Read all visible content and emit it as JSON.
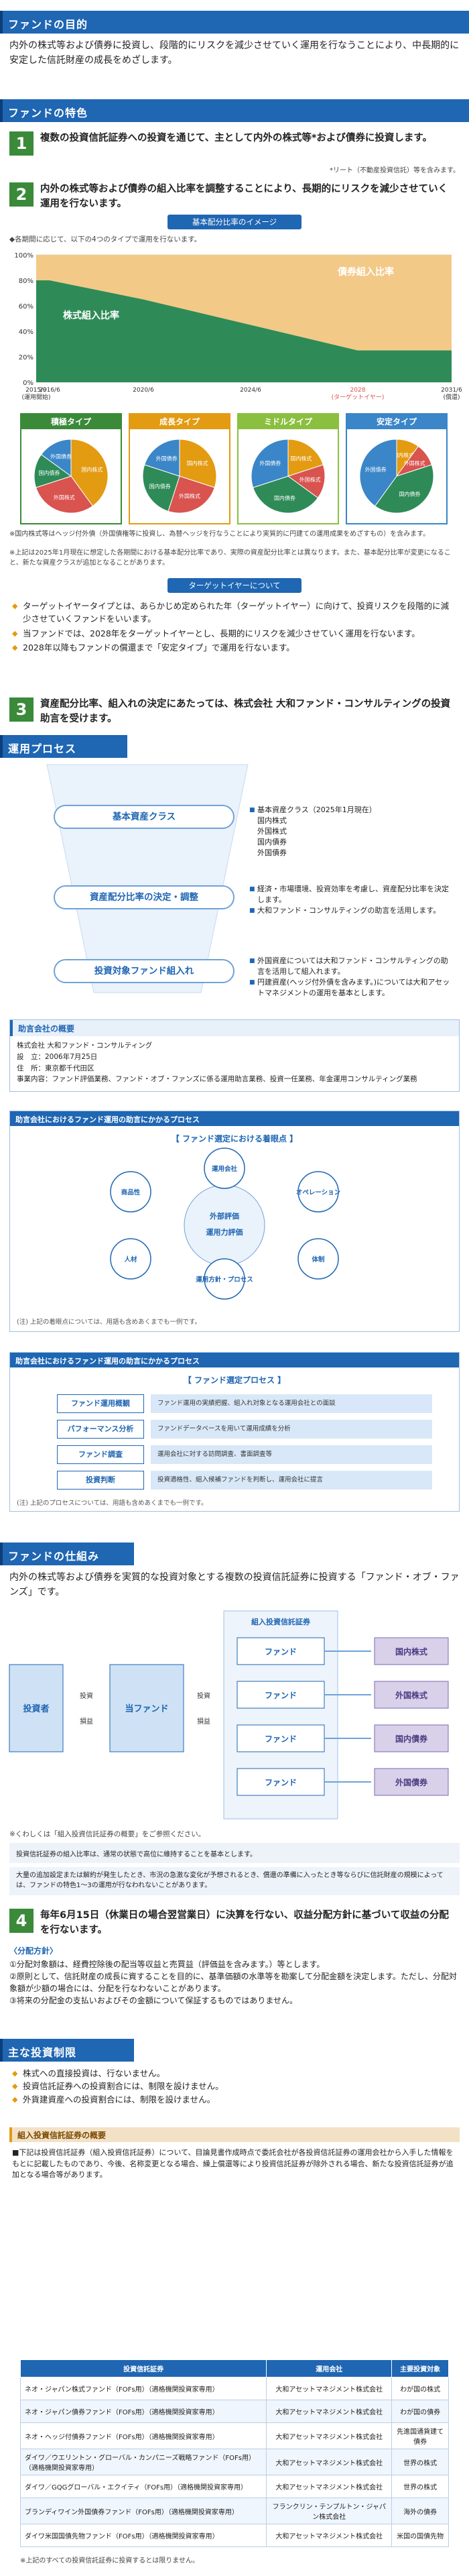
{
  "sections": {
    "purpose": "ファンドの目的",
    "features": "ファンドの特色",
    "process": "運用プロセス",
    "scheme": "ファンドの仕組み",
    "restrictions": "主な投資制限"
  },
  "purpose_text": "内外の株式等および債券に投資し、段階的にリスクを減少させていく運用を行なうことにより、中長期的に安定した信託財産の成長をめざします。",
  "feature1": {
    "num": "1",
    "title": "複数の投資信託証券への投資を通じて、主として内外の株式等*および債券に投資します。",
    "note": "*リート（不動産投資信託）等を含みます。"
  },
  "feature2": {
    "num": "2",
    "title": "内外の株式等および債券の組入比率を調整することにより、長期的にリスクを減少させていく運用を行ないます。",
    "pill": "基本配分比率のイメージ",
    "chart_intro": "◆各期間に応じて、以下の4つのタイプで運用を行ないます。"
  },
  "chart_data": {
    "type": "area",
    "x": [
      "2015/9",
      "2016/6",
      "2020/6",
      "2024/6",
      "2028",
      "2031/6"
    ],
    "x_labels": [
      "2015/9\n(運用開始)",
      "2016/6",
      "2020/6",
      "2024/6",
      "2028\n(ターゲットイヤー)",
      "2031/6\n(償還)"
    ],
    "series": [
      {
        "name": "株式組入比率",
        "values": [
          80,
          80,
          65,
          45,
          25,
          25
        ]
      },
      {
        "name": "債券組入比率",
        "values": [
          20,
          20,
          35,
          55,
          75,
          75
        ]
      }
    ],
    "yticks": [
      "0%",
      "20%",
      "40%",
      "60%",
      "80%",
      "100%"
    ],
    "ylim": [
      0,
      100
    ]
  },
  "types": [
    {
      "name": "積極タイプ",
      "color": "#3a8a3a",
      "slices": [
        "国内株式",
        "外国株式",
        "国内債券",
        "外国債券"
      ]
    },
    {
      "name": "成長タイプ",
      "color": "#e39b12",
      "slices": [
        "国内株式",
        "外国株式",
        "国内債券",
        "外国債券"
      ]
    },
    {
      "name": "ミドルタイプ",
      "color": "#8bbf3f",
      "slices": [
        "国内株式",
        "外国株式",
        "国内債券",
        "外国債券"
      ]
    },
    {
      "name": "安定タイプ",
      "color": "#3a86c8",
      "slices": [
        "国内株式",
        "外国株式",
        "国内債券",
        "外国債券"
      ]
    }
  ],
  "feature2_notes": [
    "※国内株式等はヘッジ付外債（外国債権等に投資し、為替ヘッジを行なうことにより実質的に円建ての運用成果をめざすもの）を含みます。",
    "※上記は2025年1月現在に想定した各期間における基本配分比率であり、実際の資産配分比率とは異なります。また、基本配分比率が変更になること、新たな資産クラスが追加となることがあります。"
  ],
  "target_pill": "ターゲットイヤーについて",
  "target_bullets": [
    "ターゲットイヤータイプとは、あらかじめ定められた年（ターゲットイヤー）に向けて、投資リスクを段階的に減少させていくファンドをいいます。",
    "当ファンドでは、2028年をターゲットイヤーとし、長期的にリスクを減少させていく運用を行ないます。",
    "2028年以降もファンドの償還まで「安定タイプ」で運用を行ないます。"
  ],
  "feature3": {
    "num": "3",
    "title": "資産配分比率、組入れの決定にあたっては、株式会社 大和ファンド・コンサルティングの投資助言を受けます。"
  },
  "process": {
    "steps": [
      "基本資産クラス",
      "資産配分比率の決定・調整",
      "投資対象ファンド組入れ"
    ],
    "notes": [
      [
        "基本資産クラス（2025年1月現在）",
        "国内株式",
        "外国株式",
        "国内債券",
        "外国債券"
      ],
      [
        "経済・市場環境、投資効率を考慮し、資産配分比率を決定します。",
        "大和ファンド・コンサルティングの助言を活用します。"
      ],
      [
        "外国資産については大和ファンド・コンサルティングの助言を活用して組入れます。",
        "円建資産(ヘッジ付外債を含みます。)については大和アセットマネジメントの運用を基本とします。"
      ]
    ]
  },
  "advisor": {
    "head": "助言会社の概要",
    "rows": [
      "株式会社 大和ファンド・コンサルティング",
      "設　立：2006年7月25日",
      "住　所：東京都千代田区",
      "事業内容：ファンド評価業務、ファンド・オブ・ファンズに係る運用助言業務、投資一任業務、年金運用コンサルティング業務"
    ]
  },
  "eval_frame": {
    "head": "助言会社におけるファンド運用の助言にかかるプロセス",
    "title": "【 ファンド選定における着眼点 】",
    "nodes": [
      "商品性",
      "運用会社",
      "オペレーション",
      "人材",
      "体制",
      "運用方針・プロセス"
    ],
    "center": [
      "外部評価",
      "運用力評価"
    ],
    "note": "(注) 上記の着眼点については、用語も含めあくまでも一例です。"
  },
  "select_frame": {
    "head": "助言会社におけるファンド運用の助言にかかるプロセス",
    "title": "【 ファンド選定プロセス 】",
    "rows": [
      {
        "tag": "ファンド運用概観",
        "desc": "ファンド運用の実績把握、組入れ対象となる運用会社との面談"
      },
      {
        "tag": "パフォーマンス分析",
        "desc": "ファンドデータベースを用いて運用成績を分析"
      },
      {
        "tag": "ファンド調査",
        "desc": "運用会社に対する訪問調査、書面調査等"
      },
      {
        "tag": "投資判断",
        "desc": "投資適格性、組入候補ファンドを判断し、運用会社に提言"
      }
    ],
    "note": "(注) 上記のプロセスについては、用語も含めあくまでも一例です。"
  },
  "scheme": {
    "text": "内外の株式等および債券を実質的な投資対象とする複数の投資信託証券に投資する「ファンド・オブ・ファンズ」です。",
    "investor": "投資者",
    "fund": "当ファンド",
    "invest_label": "投資",
    "return_label": "損益",
    "sub_header": "組入投資信託証券",
    "sub_funds": [
      "ファンド",
      "ファンド",
      "ファンド",
      "ファンド"
    ],
    "assets": [
      "国内株式",
      "外国株式",
      "国内債券",
      "外国債券"
    ],
    "note": "※くわしくは「組入投資信託証券の概要」をご参照ください。",
    "disclaimers": [
      "投資信託証券の組入比率は、通常の状態で高位に維持することを基本とします。",
      "大量の追加設定または解約が発生したとき、市況の急激な変化が予想されるとき、償還の準備に入ったとき等ならびに信託財産の規模によっては、ファンドの特色1～3の運用が行なわれないことがあります。"
    ]
  },
  "feature4": {
    "num": "4",
    "title": "毎年6月15日（休業日の場合翌営業日）に決算を行ない、収益分配方針に基づいて収益の分配を行ないます。",
    "policy_head": "〈分配方針〉",
    "policy": [
      "①分配対象額は、経費控除後の配当等収益と売買益（評価益を含みます。）等とします。",
      "②原則として、信託財産の成長に資することを目的に、基準価額の水準等を勘案して分配金額を決定します。ただし、分配対象額が少額の場合には、分配を行なわないことがあります。",
      "③将来の分配金の支払いおよびその金額について保証するものではありません。"
    ]
  },
  "restrictions": [
    "株式への直接投資は、行ないません。",
    "投資信託証券への投資割合には、制限を設けません。",
    "外貨建資産への投資割合には、制限を設けません。"
  ],
  "invest_overview": {
    "head": "組入投資信託証券の概要",
    "intro": "■下記は投資信託証券（組入投資信託証券）について、目論見書作成時点で委託会社が各投資信託証券の運用会社から入手した情報をもとに記載したものであり、今後、名称変更となる場合、繰上償還等により投資信託証券が除外される場合、新たな投資信託証券が追加となる場合等があります。",
    "columns": [
      "投資信託証券",
      "運用会社",
      "主要投資対象"
    ],
    "rows": [
      [
        "ネオ・ジャパン株式ファンド（FOFs用）（適格機関投資家専用）",
        "大和アセットマネジメント株式会社",
        "わが国の株式"
      ],
      [
        "ネオ・ジャパン債券ファンド（FOFs用）（適格機関投資家専用）",
        "大和アセットマネジメント株式会社",
        "わが国の債券"
      ],
      [
        "ネオ・ヘッジ付債券ファンド（FOFs用）（適格機関投資家専用）",
        "大和アセットマネジメント株式会社",
        "先進国通貨建て債券"
      ],
      [
        "ダイワ／ウエリントン・グローバル・カンパニーズ戦略ファンド（FOFs用）（適格機関投資家専用）",
        "大和アセットマネジメント株式会社",
        "世界の株式"
      ],
      [
        "ダイワ／GQGグローバル・エクイティ（FOFs用）（適格機関投資家専用）",
        "大和アセットマネジメント株式会社",
        "世界の株式"
      ],
      [
        "ブランディワイン外国債券ファンド（FOFs用）（適格機関投資家専用）",
        "フランクリン・テンプルトン・ジャパン株式会社",
        "海外の債券"
      ],
      [
        "ダイワ米国国債先物ファンド（FOFs用）（適格機関投資家専用）",
        "大和アセットマネジメント株式会社",
        "米国の国債先物"
      ]
    ],
    "note": "※上記のすべての投資信託証券に投資するとは限りません。"
  }
}
